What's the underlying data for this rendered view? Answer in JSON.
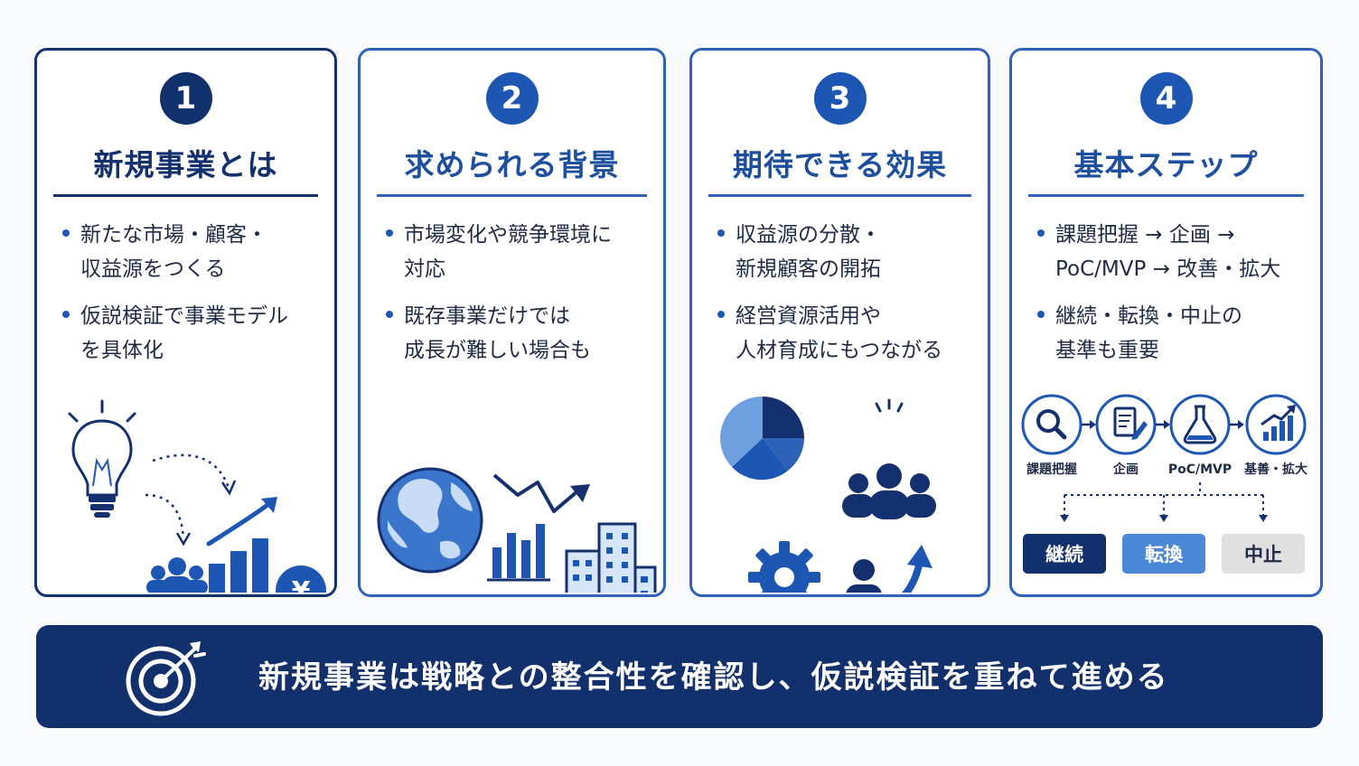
{
  "cards": [
    {
      "number": "1",
      "title": "新規事業とは",
      "bullets": [
        [
          "新たな市場・顧客・",
          "収益源をつくる"
        ],
        [
          "仮説検証で事業モデル",
          "を具体化"
        ]
      ],
      "icons": [
        "lightbulb-icon",
        "people-icon",
        "bar-growth-icon",
        "yen-coin-icon"
      ]
    },
    {
      "number": "2",
      "title": "求められる背景",
      "bullets": [
        [
          "市場変化や競争環境に",
          "対応"
        ],
        [
          "既存事業だけでは",
          "成長が難しい場合も"
        ]
      ],
      "icons": [
        "globe-icon",
        "chart-trend-icon",
        "buildings-icon"
      ]
    },
    {
      "number": "3",
      "title": "期待できる効果",
      "bullets": [
        [
          "収益源の分散・",
          "新規顧客の開拓"
        ],
        [
          "経営資源活用や",
          "人材育成にもつながる"
        ]
      ],
      "icons": [
        "pie-chart-icon",
        "team-icon",
        "gear-icon",
        "person-growth-icon"
      ]
    },
    {
      "number": "4",
      "title": "基本ステップ",
      "bullets": [
        [
          "課題把握 → 企画 →",
          "PoC/MVP → 改善・拡大"
        ],
        [
          "継続・転換・中止の",
          "基準も重要"
        ]
      ],
      "steps": [
        "課題把握",
        "企画",
        "PoC/MVP",
        "基善・拡大"
      ],
      "outcomes": [
        "継続",
        "転換",
        "中止"
      ]
    }
  ],
  "banner": {
    "text": "新規事業は戦略との整合性を確認し、仮説検証を重ねて進める",
    "icon": "target-icon"
  },
  "colors": {
    "navy": "#12306c",
    "blue": "#1e56b4",
    "light_blue": "#4a88d8",
    "gray": "#e0e0e0"
  }
}
